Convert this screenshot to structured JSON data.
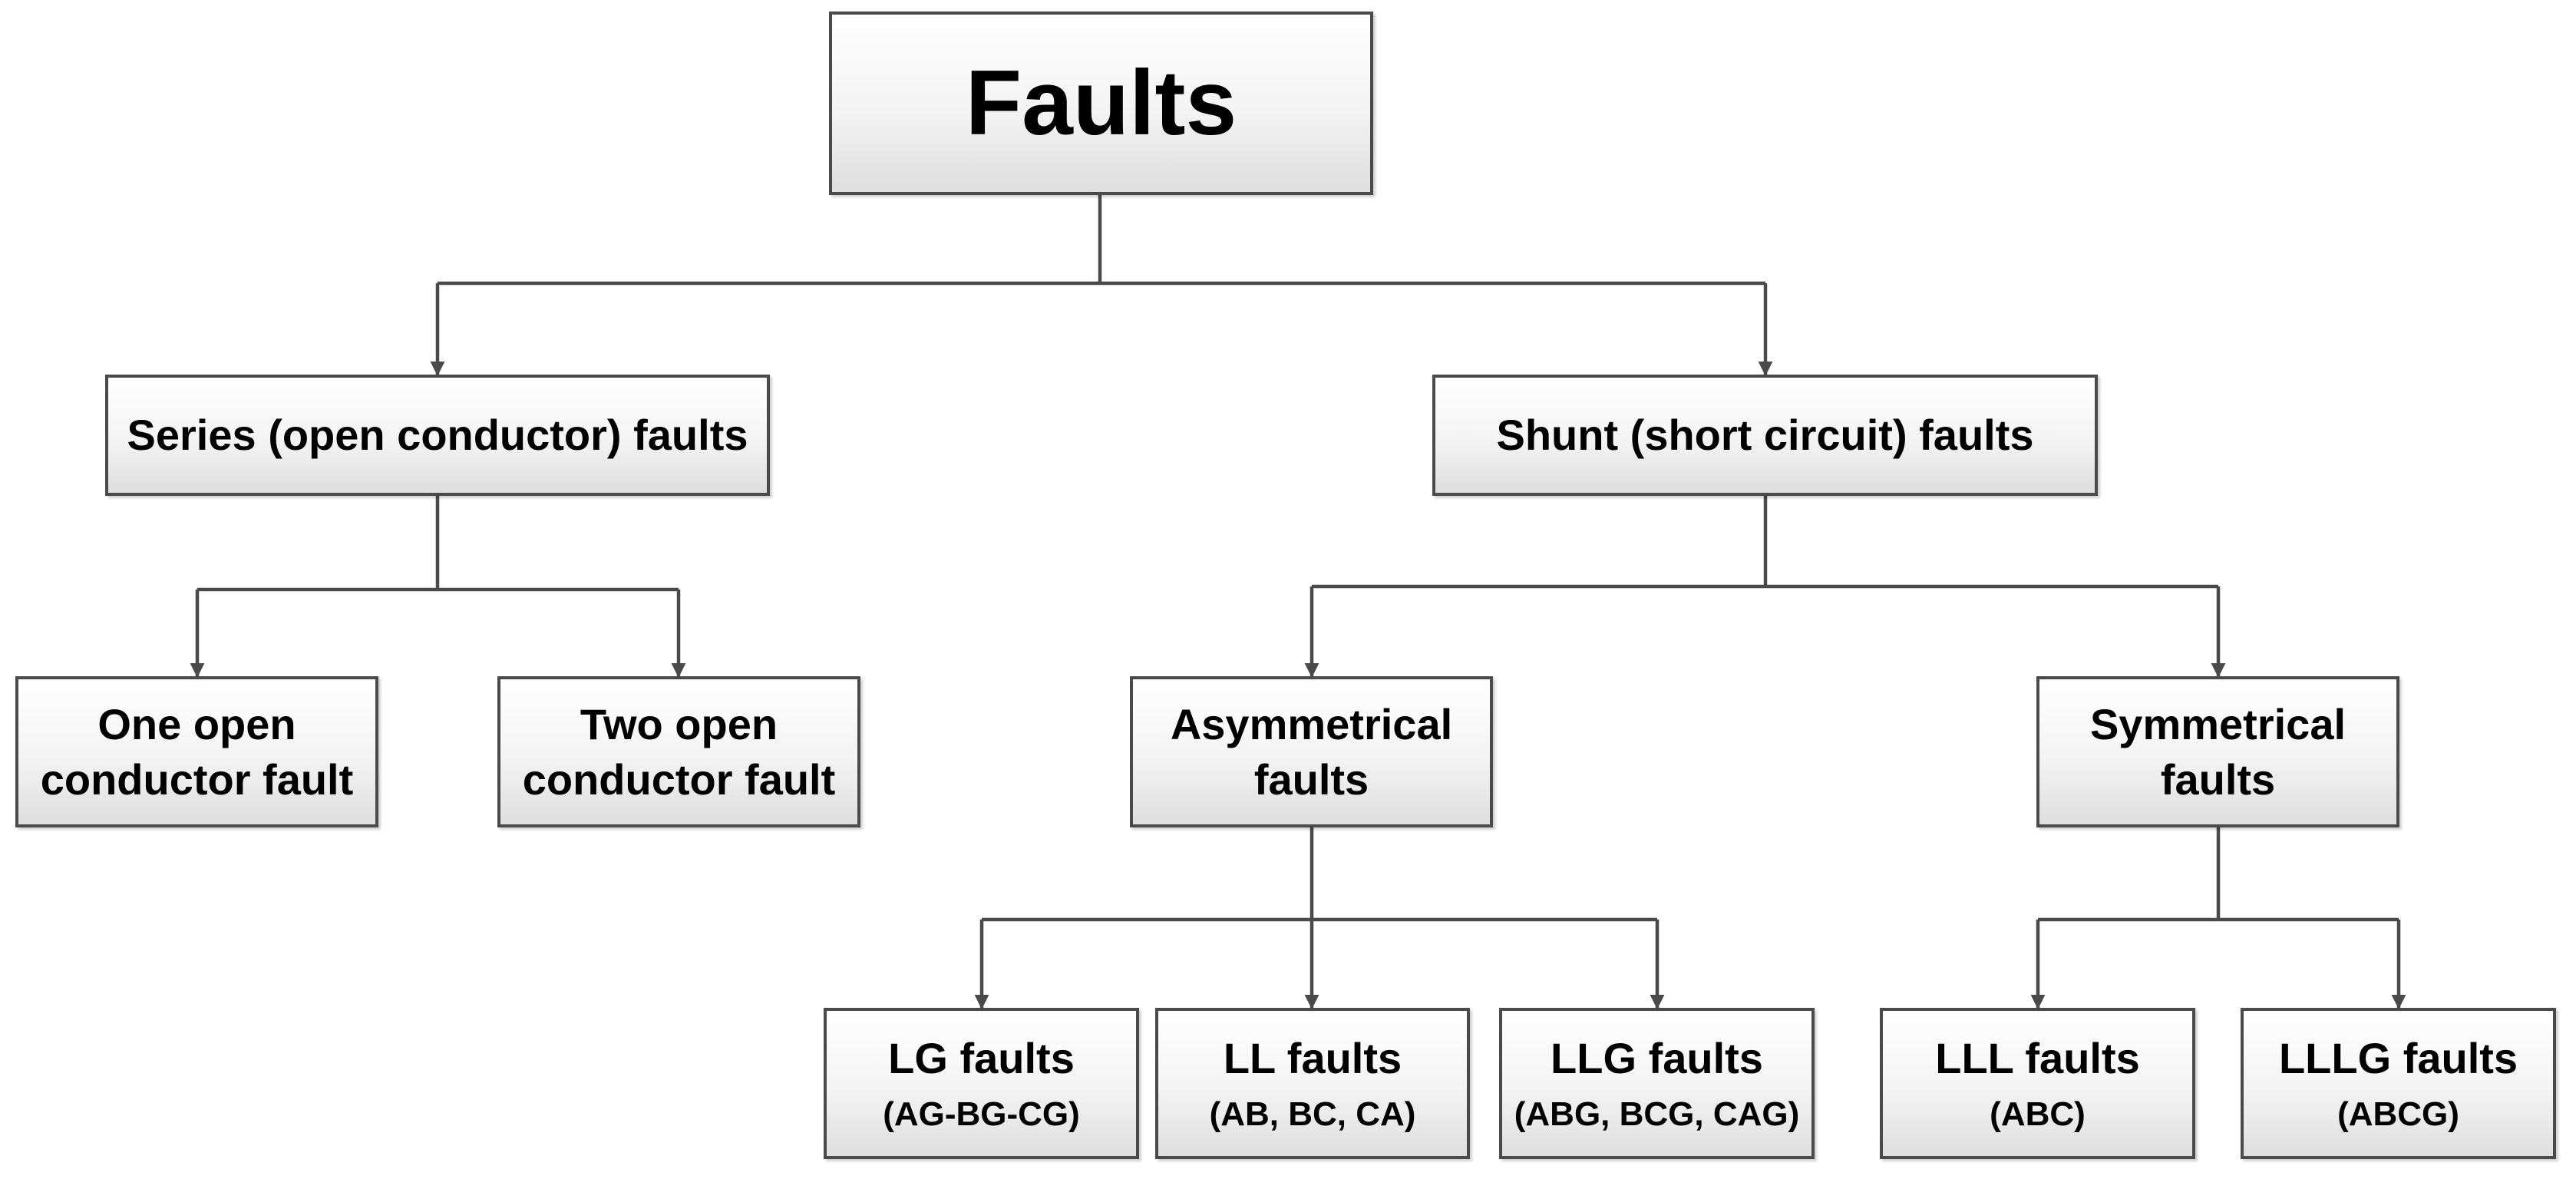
{
  "root": {
    "title": "Faults"
  },
  "series": {
    "title": "Series (open conductor) faults",
    "children": [
      {
        "title": "One open conductor fault"
      },
      {
        "title": "Two open conductor fault"
      }
    ]
  },
  "shunt": {
    "title": "Shunt (short circuit) faults",
    "asymmetrical": {
      "title": "Asymmetrical faults",
      "children": [
        {
          "title": "LG faults",
          "sub": "(AG-BG-CG)"
        },
        {
          "title": "LL faults",
          "sub": "(AB, BC, CA)"
        },
        {
          "title": "LLG faults",
          "sub": "(ABG, BCG, CAG)"
        }
      ]
    },
    "symmetrical": {
      "title": "Symmetrical faults",
      "children": [
        {
          "title": "LLL faults",
          "sub": "(ABC)"
        },
        {
          "title": "LLLG faults",
          "sub": "(ABCG)"
        }
      ]
    }
  },
  "colors": {
    "line": "#4a4a4a",
    "box_border": "#4a4a4a",
    "box_fill_top": "#ffffff",
    "box_fill_bottom": "#dedede"
  }
}
